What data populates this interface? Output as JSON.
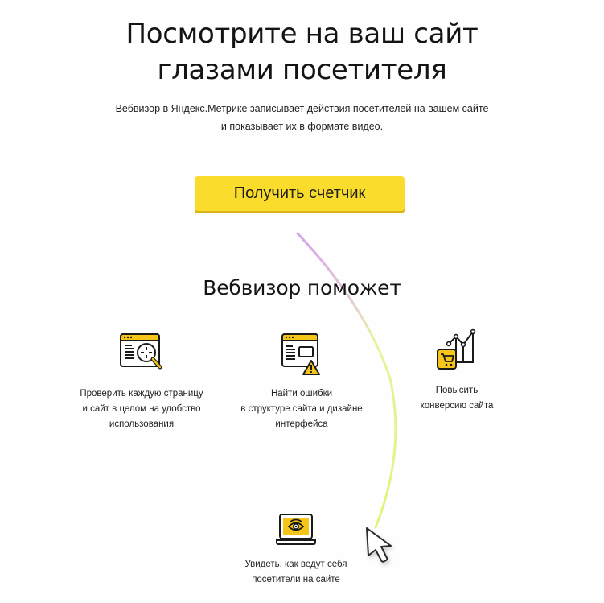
{
  "hero": {
    "title_line1": "Посмотрите на ваш сайт",
    "title_line2": "глазами посетителя",
    "subtitle_line1": "Вебвизор в Яндекс.Метрике записывает действия посетителей на вашем сайте",
    "subtitle_line2": "и показывает их в формате видео."
  },
  "cta": {
    "label": "Получить счетчик"
  },
  "section": {
    "title": "Вебвизор поможет"
  },
  "features": [
    {
      "icon": "browser-magnifier-icon",
      "lines": [
        "Проверить каждую страницу",
        "и сайт в целом на удобство",
        "использования"
      ]
    },
    {
      "icon": "browser-warning-icon",
      "lines": [
        "Найти ошибки",
        "в структуре сайта и дизайне",
        "интерфейса"
      ]
    },
    {
      "icon": "cart-growth-chart-icon",
      "lines": [
        "Повысить",
        "конверсию сайта"
      ]
    },
    {
      "icon": "laptop-eye-icon",
      "lines": [
        "Увидеть, как ведут себя",
        "посетители на сайте"
      ]
    }
  ],
  "colors": {
    "accent_yellow": "#fadc2d",
    "icon_yellow": "#f5c518",
    "arc_start": "#d9a0e8",
    "arc_end": "#e6f77a",
    "text": "#1a1a1a"
  }
}
